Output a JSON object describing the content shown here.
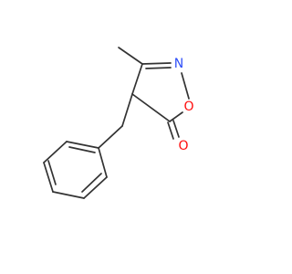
{
  "molecule": {
    "atoms": {
      "nitrogen": {
        "symbol": "N",
        "color": "#3050F8"
      },
      "ring_oxygen": {
        "symbol": "O",
        "color": "#FF0D0D"
      },
      "carbonyl_oxygen": {
        "symbol": "O",
        "color": "#FF0D0D"
      }
    },
    "bond_color": "#333333",
    "background": "#ffffff"
  }
}
